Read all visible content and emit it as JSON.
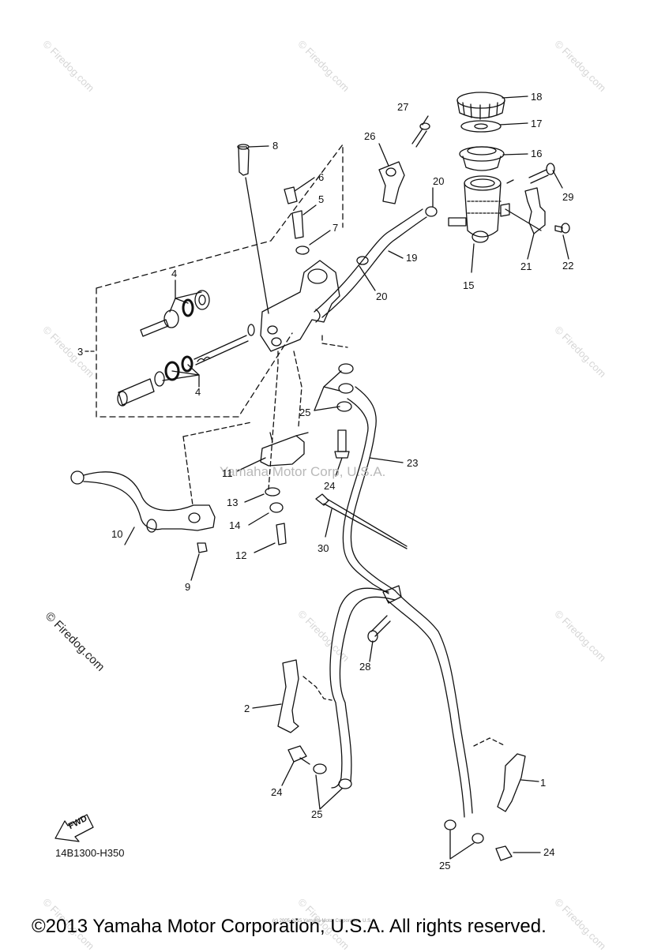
{
  "diagram": {
    "part_code": "14B1300-H350",
    "center_watermark": "Yamaha Motor Corp, U.S.A.",
    "firedog_watermark": "© Firedog.com",
    "small_credit": "(c) 2005-2015 Yamaha Motor Corporation, U.S.A.",
    "copyright": "©2013 Yamaha Motor Corporation, U.S.A. All rights reserved.",
    "fwd_label": "FWD",
    "callouts": {
      "c1": "1",
      "c2": "2",
      "c3": "3",
      "c4a": "4",
      "c4b": "4",
      "c5": "5",
      "c6": "6",
      "c7": "7",
      "c8": "8",
      "c9": "9",
      "c10": "10",
      "c11": "11",
      "c12": "12",
      "c13": "13",
      "c14": "14",
      "c15": "15",
      "c16": "16",
      "c17": "17",
      "c18": "18",
      "c19": "19",
      "c20a": "20",
      "c20b": "20",
      "c21": "21",
      "c22": "22",
      "c23": "23",
      "c24a": "24",
      "c24b": "24",
      "c24c": "24",
      "c25a": "25",
      "c25b": "25",
      "c25c": "25",
      "c26": "26",
      "c27": "27",
      "c28": "28",
      "c29": "29",
      "c30": "30"
    }
  }
}
